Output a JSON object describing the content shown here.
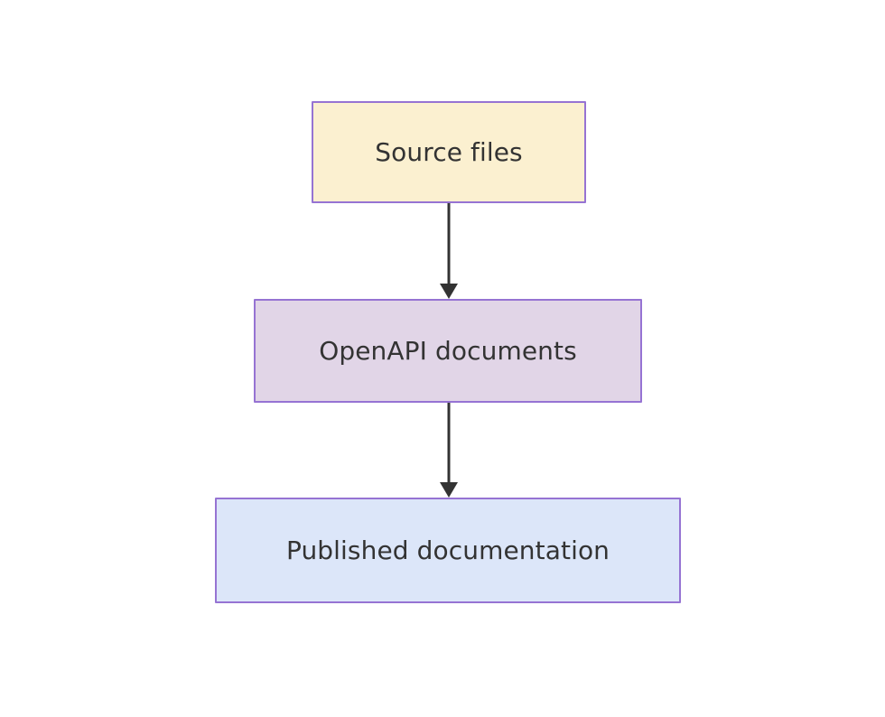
{
  "diagram": {
    "type": "flowchart",
    "direction": "top-to-bottom",
    "background_color": "#ffffff",
    "nodes": [
      {
        "id": "source-files",
        "label": "Source files",
        "fill_color": "#fbf0d0",
        "border_color": "#9673d3",
        "text_color": "#333333"
      },
      {
        "id": "openapi-documents",
        "label": "OpenAPI documents",
        "fill_color": "#e1d5e7",
        "border_color": "#9673d3",
        "text_color": "#333333"
      },
      {
        "id": "published-documentation",
        "label": "Published documentation",
        "fill_color": "#dce6f9",
        "border_color": "#9673d3",
        "text_color": "#333333"
      }
    ],
    "edges": [
      {
        "id": "edge-source-to-openapi",
        "from": "source-files",
        "to": "openapi-documents",
        "label": "",
        "color": "#333333",
        "arrowhead": "triangle-filled"
      },
      {
        "id": "edge-openapi-to-published",
        "from": "openapi-documents",
        "to": "published-documentation",
        "label": "",
        "color": "#333333",
        "arrowhead": "triangle-filled"
      }
    ]
  }
}
